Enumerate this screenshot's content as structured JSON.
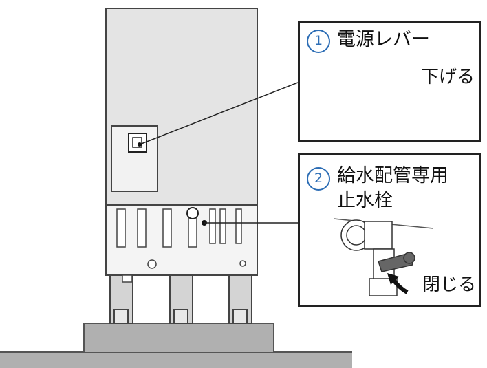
{
  "callouts": [
    {
      "number": "1",
      "title": "電源レバー",
      "action": "下げる"
    },
    {
      "number": "2",
      "title_line1": "給水配管専用",
      "title_line2": "止水栓",
      "action": "閉じる"
    }
  ],
  "colors": {
    "badge": "#2c6db5",
    "outline": "#222222",
    "ground": "#b0b0b0",
    "unit_body": "#e4e4e4",
    "arrow": "#444444"
  }
}
